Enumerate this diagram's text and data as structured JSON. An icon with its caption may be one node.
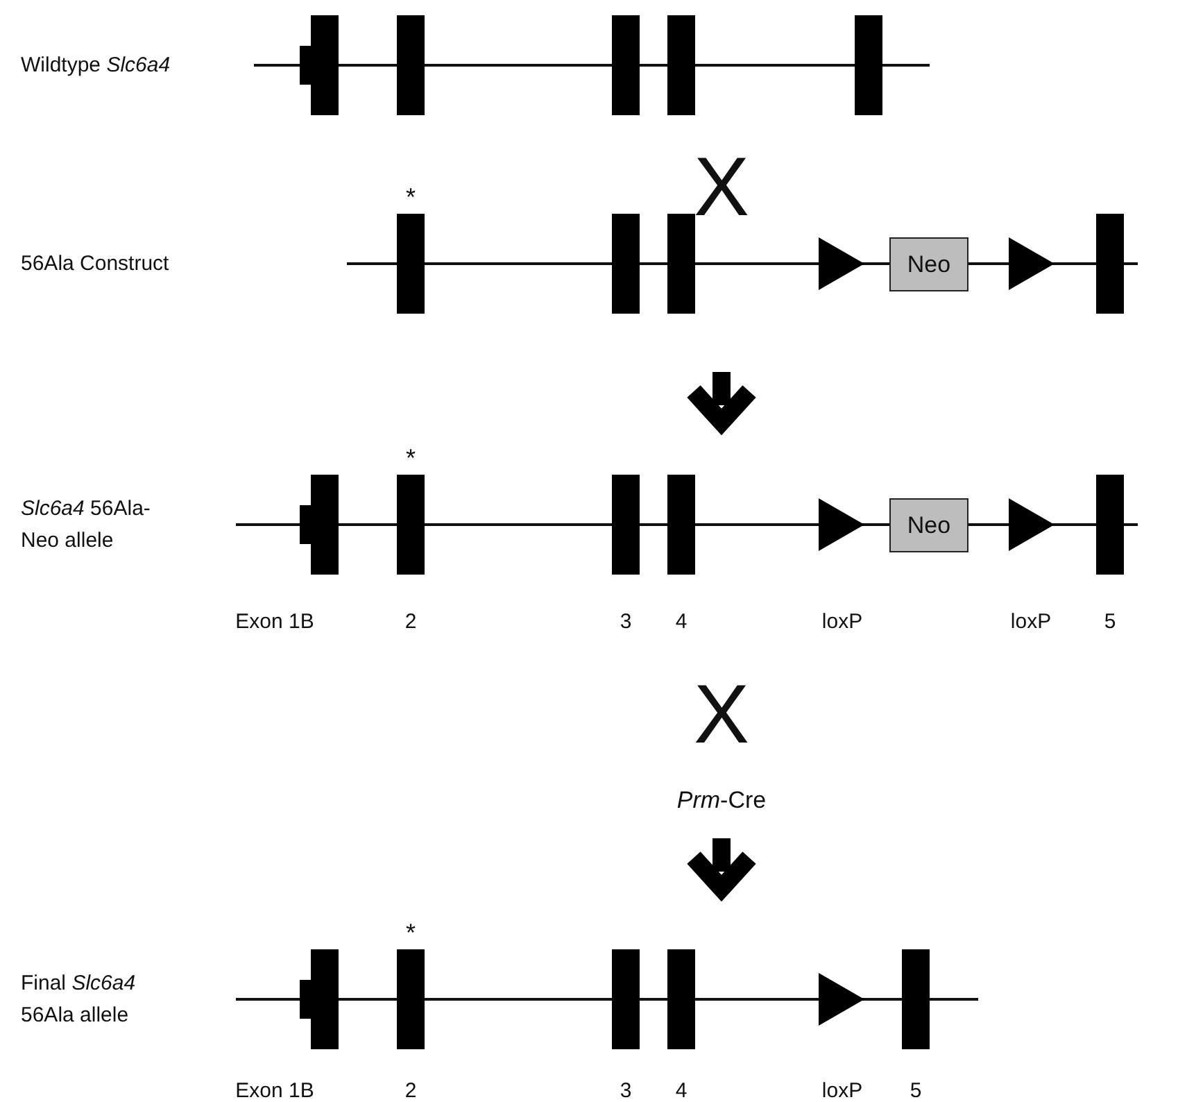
{
  "diagram": {
    "nodes": [
      {
        "text": [
          "Neo"
        ]
      },
      {
        "text": [
          "Neo"
        ]
      }
    ],
    "labels": [
      "Wildtype *Slc6a4*",
      "X",
      "*",
      "56Ala Construct",
      "*",
      "*Slc6a4* 56Ala-Neo allele",
      "Exon 1B",
      "2",
      "3",
      "4",
      "loxP",
      "loxP",
      "5",
      "X",
      "*Prm*-Cre",
      "*",
      "Final *Slc6a4* 56Ala allele",
      "Exon 1B",
      "2",
      "3",
      "4",
      "loxP",
      "5"
    ]
  }
}
